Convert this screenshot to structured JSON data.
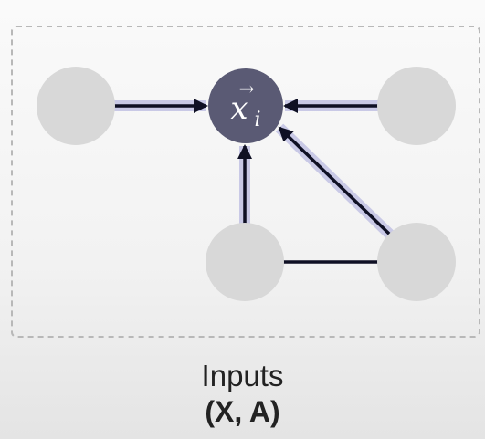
{
  "diagram": {
    "center_node_label": "x",
    "center_node_subscript": "i",
    "center_node_vector_arrow": "→",
    "colors": {
      "center_node": "#5a5a74",
      "neighbor_node": "#d8d8d8",
      "edge": "#0f1024",
      "edge_glow": "#c9c9e6",
      "frame": "#b8b8b8"
    }
  },
  "caption": {
    "line1": "Inputs",
    "line2": "(X, A)"
  }
}
